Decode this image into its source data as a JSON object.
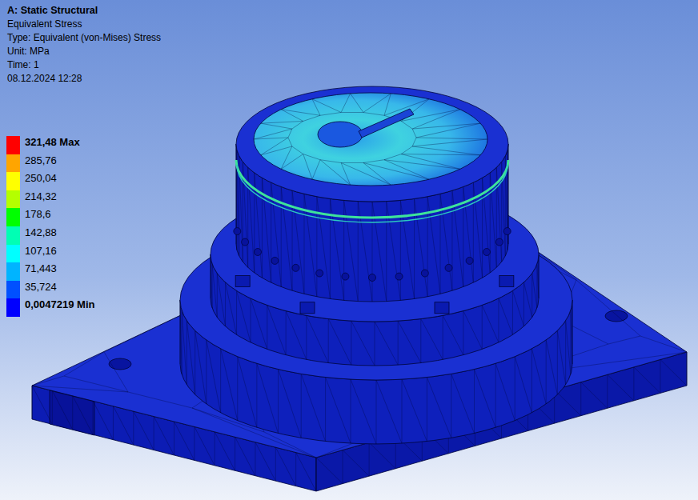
{
  "diagram": {
    "title": "A: Static Structural",
    "labels": [
      "Equivalent Stress",
      "Type: Equivalent (von-Mises) Stress",
      "Unit: MPa",
      "Time: 1",
      "08.12.2024 12:28"
    ],
    "legend": [
      {
        "text": "321,48 Max",
        "color": "#ff0000"
      },
      {
        "text": "285,76",
        "color": "#ffa500"
      },
      {
        "text": "250,04",
        "color": "#ffff00"
      },
      {
        "text": "214,32",
        "color": "#b4ff00"
      },
      {
        "text": "178,6",
        "color": "#00ff00"
      },
      {
        "text": "142,88",
        "color": "#00ffb4"
      },
      {
        "text": "107,16",
        "color": "#00ffff"
      },
      {
        "text": "71,443",
        "color": "#00b4ff"
      },
      {
        "text": "35,724",
        "color": "#0050ff"
      },
      {
        "text": "0,0047219 Min",
        "color": "#0000ff"
      }
    ]
  }
}
